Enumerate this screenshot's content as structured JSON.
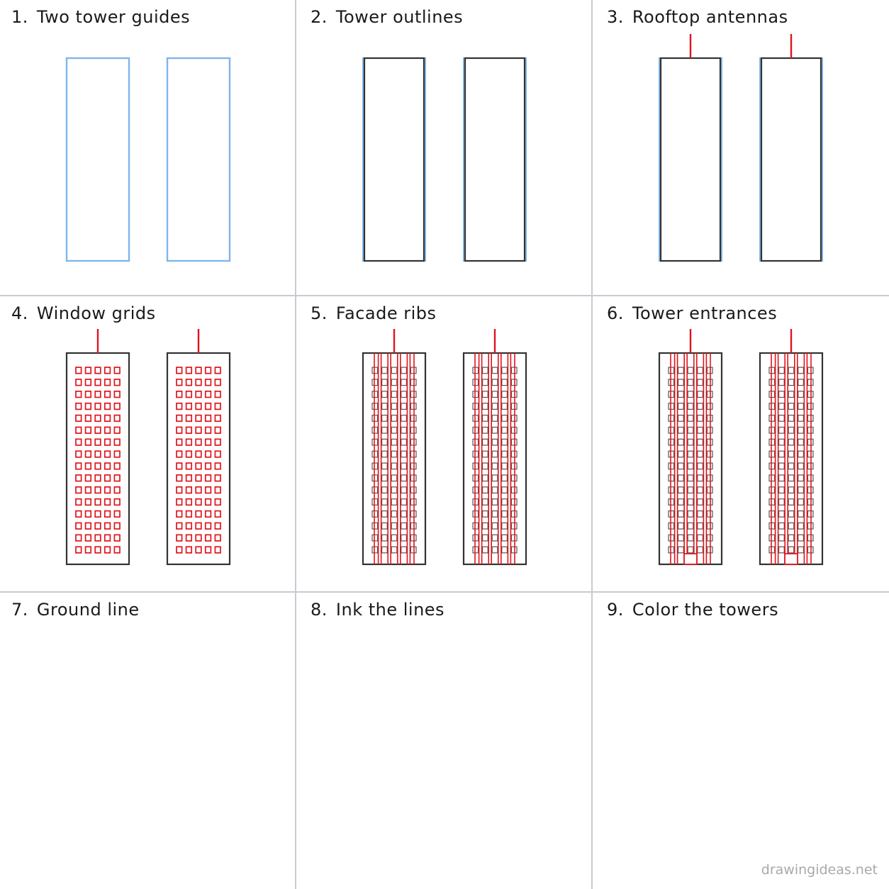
{
  "steps": [
    {
      "number": "1.",
      "title": "Two tower guides"
    },
    {
      "number": "2.",
      "title": "Tower outlines"
    },
    {
      "number": "3.",
      "title": "Rooftop antennas"
    },
    {
      "number": "4.",
      "title": "Window grids"
    },
    {
      "number": "5.",
      "title": "Facade ribs"
    },
    {
      "number": "6.",
      "title": "Tower entrances"
    },
    {
      "number": "7.",
      "title": "Ground line"
    },
    {
      "number": "8.",
      "title": "Ink the lines"
    },
    {
      "number": "9.",
      "title": "Color the towers"
    }
  ],
  "watermark": "drawingideas.net",
  "colors": {
    "guide": "#7fb6ea",
    "outline": "#333333",
    "new_step": "#e0141c",
    "ink": "#4a2a1a",
    "tower_fill": "#c3c3c3",
    "window_fill": "#8ec7f0",
    "door": "#454545",
    "ground": "#d9bf9a",
    "divider": "#c7cbd3"
  },
  "window_grid": {
    "columns": 5,
    "rows": 16
  }
}
